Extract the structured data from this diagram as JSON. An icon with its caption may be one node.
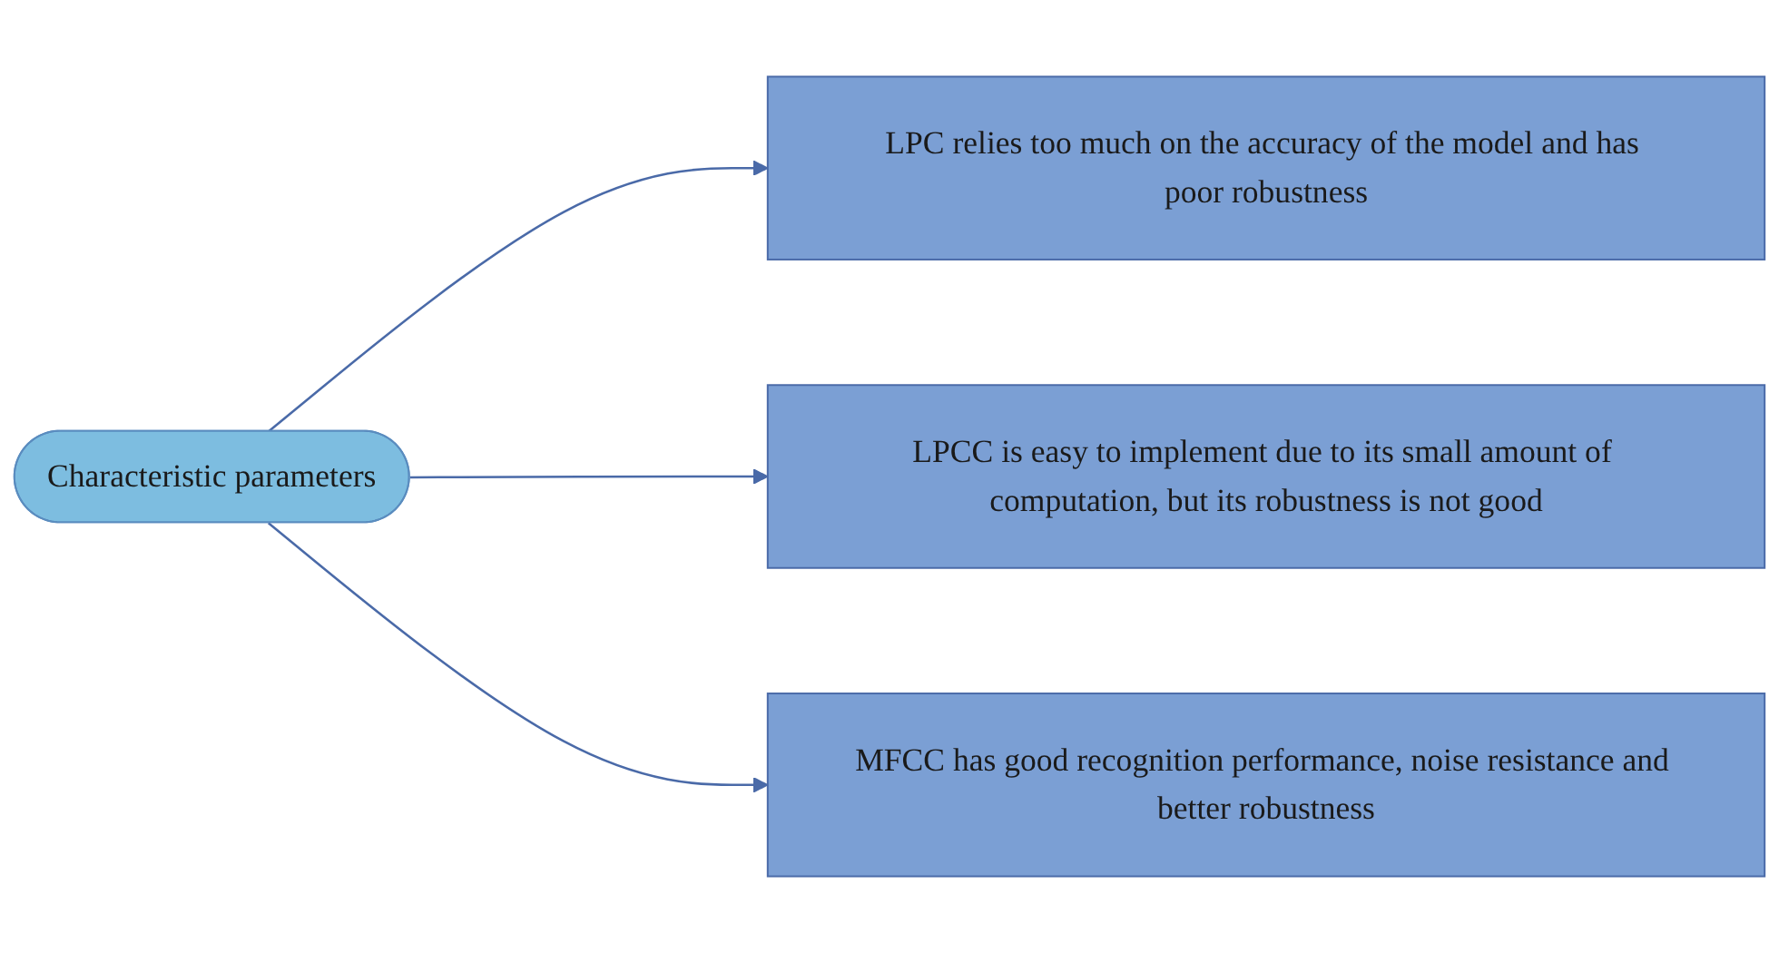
{
  "diagram": {
    "nodes": [
      {
        "text": [
          "Characteristic parameters"
        ]
      },
      {
        "text": [
          "LPC relies too much on the accuracy of the model and has poor robustness"
        ]
      },
      {
        "text": [
          "LPCC is easy to implement due to its small amount of computation, but its robustness is not good"
        ]
      },
      {
        "text": [
          "MFCC has good recognition performance, noise resistance and better robustness"
        ]
      }
    ],
    "edges": [
      {
        "from": 0,
        "to": 1,
        "arrow": "to"
      },
      {
        "from": 0,
        "to": 2,
        "arrow": "to"
      },
      {
        "from": 0,
        "to": 3,
        "arrow": "to"
      }
    ]
  }
}
